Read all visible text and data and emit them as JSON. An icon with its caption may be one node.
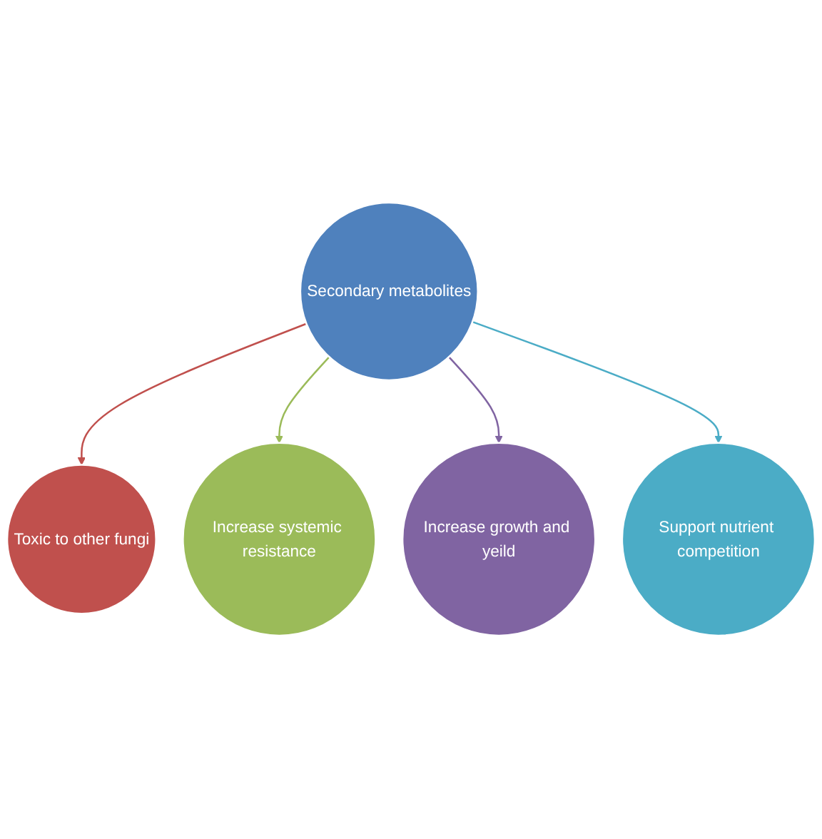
{
  "diagram": {
    "nodes": [
      {
        "text": [
          "Toxic to other fungi"
        ]
      },
      {
        "text": [
          "Support nutrient competition"
        ]
      },
      {
        "text": [
          "Secondary metabolites"
        ]
      },
      {
        "text": [
          "Increase systemic resistance"
        ]
      },
      {
        "text": [
          "Increase growth and yeild"
        ]
      }
    ],
    "edges": [
      {
        "from": 2,
        "to": 0,
        "arrow": "to",
        "color": "#c0504d"
      },
      {
        "from": 2,
        "to": 3,
        "arrow": "to",
        "color": "#9bbb59"
      },
      {
        "from": 2,
        "to": 4,
        "arrow": "to",
        "color": "#8064a2"
      },
      {
        "from": 2,
        "to": 1,
        "arrow": "to",
        "color": "#4bacc6"
      }
    ]
  }
}
